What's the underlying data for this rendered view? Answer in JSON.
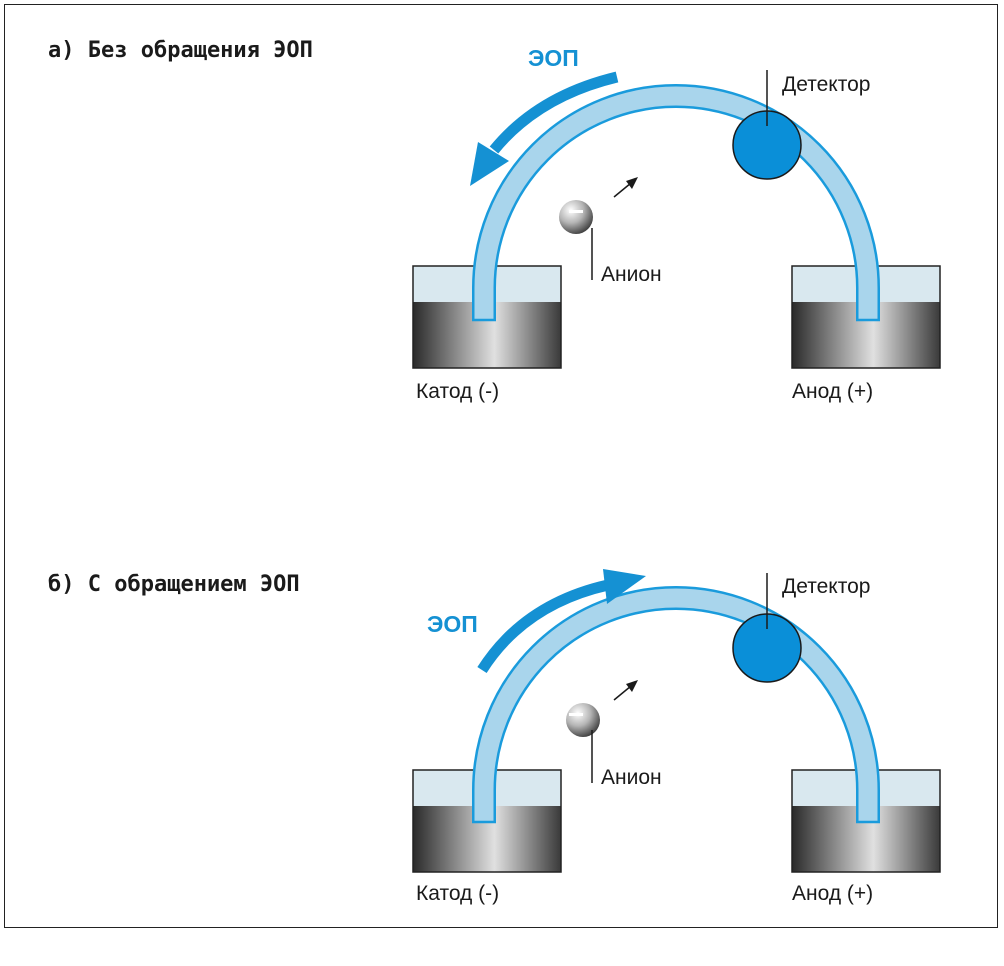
{
  "panels": [
    {
      "title": "а) Без обращения ЭОП",
      "eof_label": "ЭОП",
      "eof_direction": "toward-cathode",
      "detector_label": "Детектор",
      "anion_label": "Анион",
      "cathode_label": "Катод (-)",
      "anode_label": "Анод (+)"
    },
    {
      "title": "б) С обращением ЭОП",
      "eof_label": "ЭОП",
      "eof_direction": "toward-anode",
      "detector_label": "Детектор",
      "anion_label": "Анион",
      "cathode_label": "Катод (-)",
      "anode_label": "Анод (+)"
    }
  ],
  "colors": {
    "capillary_fill": "#a9d5ec",
    "capillary_stroke": "#1a9bdc",
    "detector": "#0a8fd8",
    "eof_arrow": "#1591d3",
    "liquid_top": "#d9e8ef",
    "border": "#222222"
  }
}
